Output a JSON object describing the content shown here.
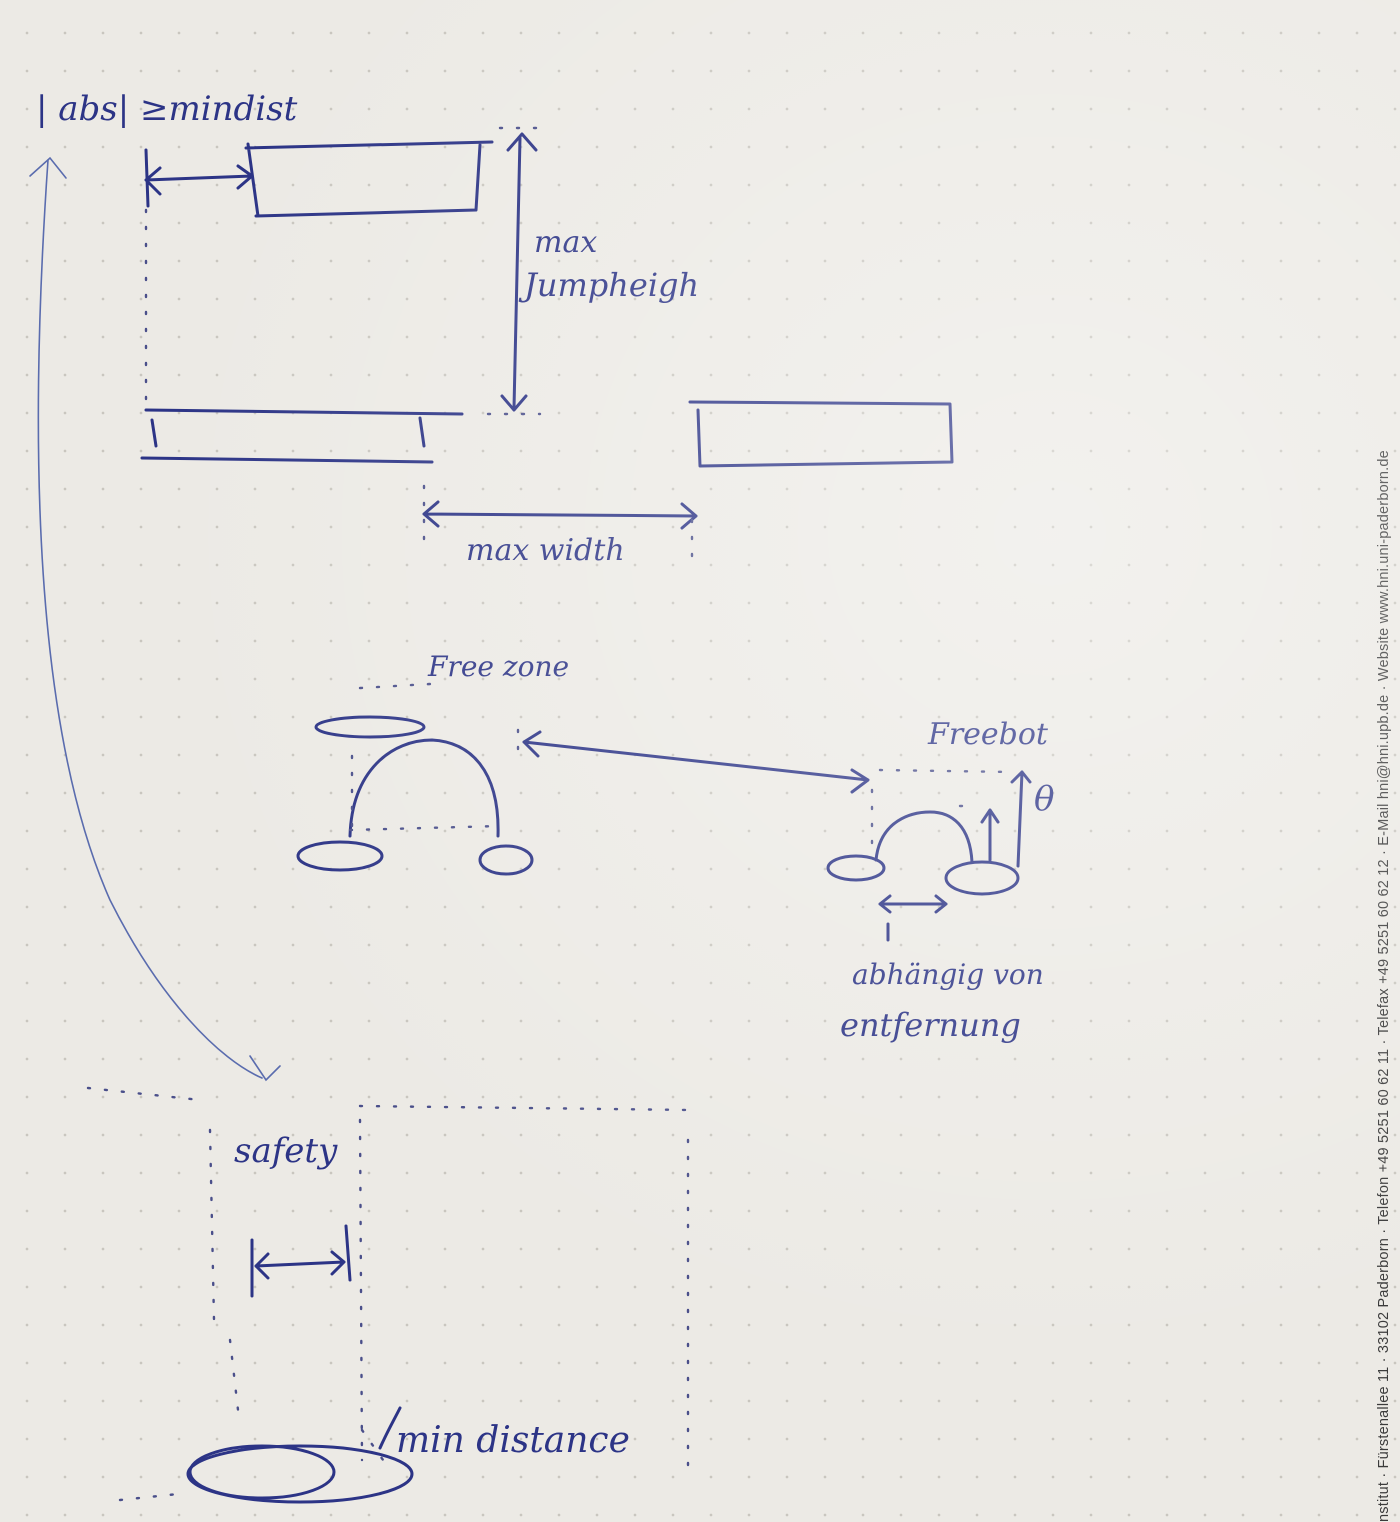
{
  "labels": {
    "abs_min_dist": "| abs| ≥mindist",
    "max_jump_height_1": "max",
    "max_jump_height_2": "Jumpheigh",
    "max_width": "max width",
    "free_zone": "Free zone",
    "free_bot": "Freebot",
    "theta": "θ",
    "abhaengig_1": "abhängig von",
    "abhaengig_2": "entfernung",
    "safety": "safety",
    "min_distance": "min distance"
  },
  "footer": {
    "text": "nstitut · Fürstenallee 11 · 33102 Paderborn · Telefon +49 5251 60 62 11 · Telefax +49 5251 60 62 12 · E-Mail hni@hni.upb.de · Website www.hni.uni-paderborn.de"
  },
  "colors": {
    "ink": "#2c3486",
    "paper": "#eceae5"
  }
}
